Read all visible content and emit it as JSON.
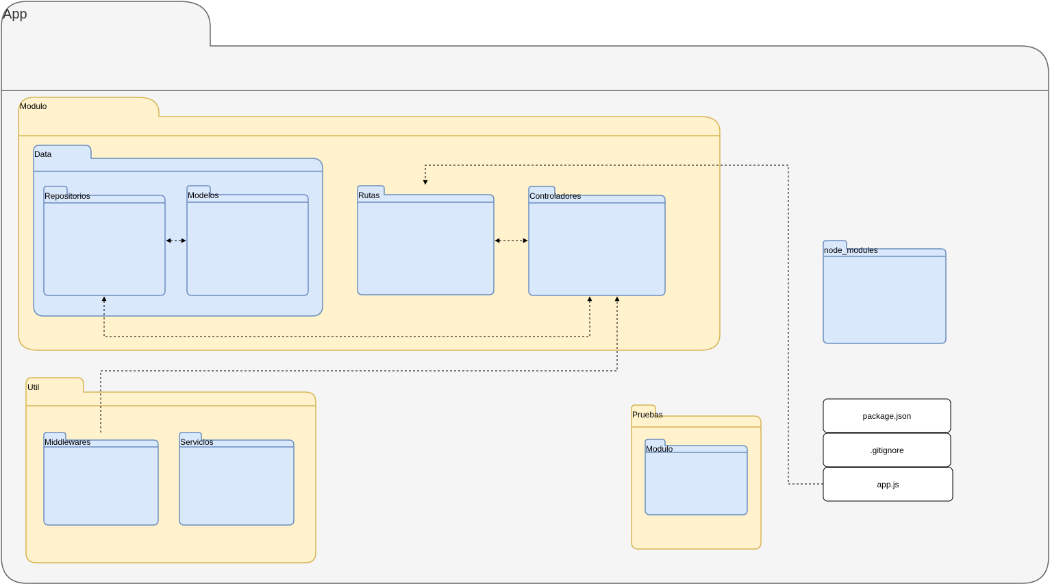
{
  "app": {
    "label": "App"
  },
  "modulo": {
    "label": "Modulo"
  },
  "data_pkg": {
    "label": "Data"
  },
  "repositorios": {
    "label": "Repositorios"
  },
  "modelos": {
    "label": "Modelos"
  },
  "rutas": {
    "label": "Rutas"
  },
  "controladores": {
    "label": "Controladores"
  },
  "node_modules": {
    "label": "node_modules"
  },
  "util": {
    "label": "Util"
  },
  "middlewares": {
    "label": "Middlewares"
  },
  "servicios": {
    "label": "Servicios"
  },
  "pruebas": {
    "label": "Pruebas"
  },
  "pruebas_modulo": {
    "label": "Modulo"
  },
  "files": {
    "package_json": "package.json",
    "gitignore": ".gitignore",
    "app_js": "app.js"
  },
  "colors": {
    "app_fill": "#f5f5f5",
    "app_stroke": "#666666",
    "yellow_fill": "#fff2cc",
    "yellow_stroke": "#d6b656",
    "blue_fill": "#dae8fc",
    "blue_stroke": "#6c8ebf",
    "file_fill": "#ffffff",
    "file_stroke": "#000000"
  }
}
